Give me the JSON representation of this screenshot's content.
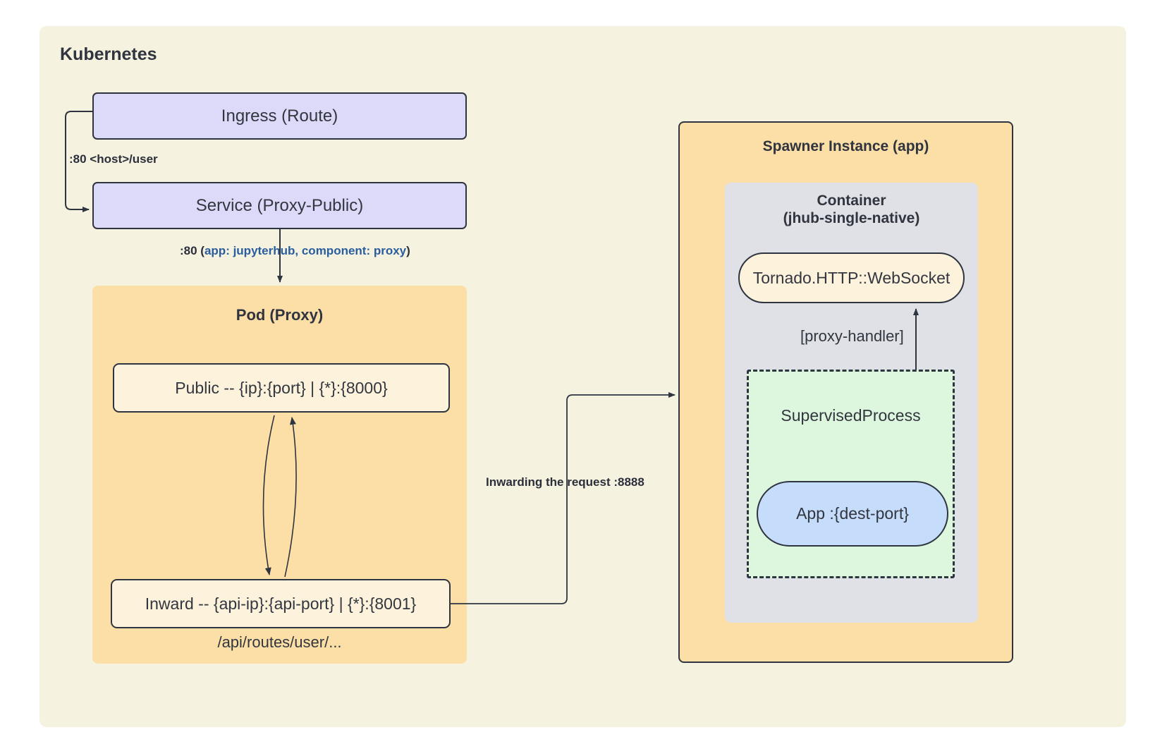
{
  "diagram": {
    "type": "architecture-flow",
    "background": "#ffffff",
    "colors": {
      "cluster_bg": "#f5f2e0",
      "k8s_resource": "#dcdaf8",
      "pod_bg": "#fcdfa6",
      "proxy_endpoint": "#fdf3dd",
      "container_bg": "#dfe1e6",
      "supervised_bg": "#ddf7de",
      "app_bg": "#c5dcfb",
      "stroke": "#2e3440",
      "label_accent": "#2a5d9e"
    }
  },
  "cluster": {
    "title": "Kubernetes"
  },
  "nodes": {
    "ingress": {
      "label": "Ingress (Route)"
    },
    "service": {
      "label": "Service (Proxy-Public)"
    },
    "pod_proxy": {
      "title": "Pod (Proxy)"
    },
    "public_endpoint": {
      "label": "Public -- {ip}:{port} | {*}:{8000}"
    },
    "inward_endpoint": {
      "label": "Inward -- {api-ip}:{api-port} | {*}:{8001}"
    },
    "api_route_note": {
      "label": "/api/routes/user/..."
    },
    "spawner": {
      "title": "Spawner Instance (app)"
    },
    "container": {
      "title_line1": "Container",
      "title_line2": "(jhub-single-native)"
    },
    "tornado": {
      "label": "Tornado.HTTP::WebSocket"
    },
    "supervised": {
      "label": "SupervisedProcess"
    },
    "app": {
      "label": "App :{dest-port}"
    }
  },
  "edges": {
    "ingress_to_service": {
      "label": ":80 <host>/user"
    },
    "service_to_pod": {
      "label_bold": ":80 (",
      "label_accent": "app: jupyterhub, component: proxy",
      "label_bold_end": ")"
    },
    "inward_to_spawner": {
      "label": "Inwarding the request :8888"
    },
    "supervised_to_tornado": {
      "label": "[proxy-handler]"
    }
  }
}
